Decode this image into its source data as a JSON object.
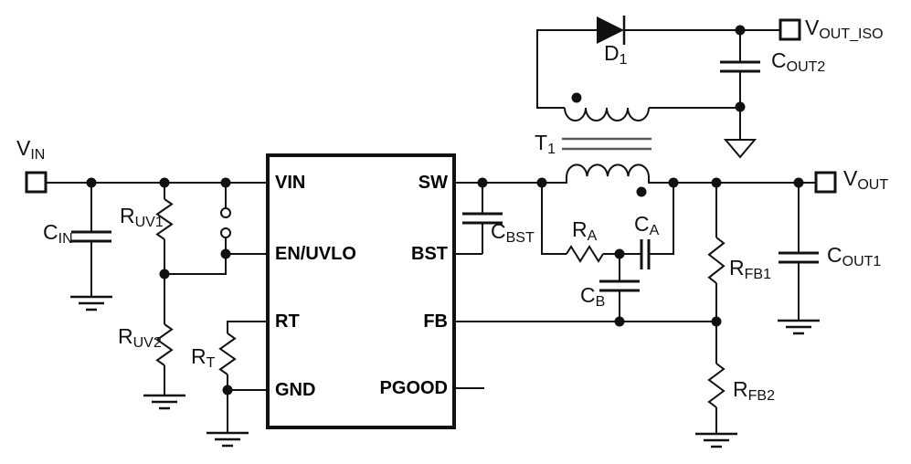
{
  "schematic": {
    "terminals": {
      "vin": {
        "main": "V",
        "sub": "IN"
      },
      "vout_iso": {
        "main": "V",
        "sub": "OUT_ISO"
      },
      "vout": {
        "main": "V",
        "sub": "OUT"
      }
    },
    "ic": {
      "pins": {
        "vin": "VIN",
        "en_uvlo": "EN/UVLO",
        "rt": "RT",
        "gnd": "GND",
        "sw": "SW",
        "bst": "BST",
        "fb": "FB",
        "pgood": "PGOOD"
      }
    },
    "components": {
      "cin": {
        "main": "C",
        "sub": "IN"
      },
      "ruv1": {
        "main": "R",
        "sub": "UV1"
      },
      "ruv2": {
        "main": "R",
        "sub": "UV2"
      },
      "rt": {
        "main": "R",
        "sub": "T"
      },
      "cbst": {
        "main": "C",
        "sub": "BST"
      },
      "t1": {
        "main": "T",
        "sub": "1"
      },
      "d1": {
        "main": "D",
        "sub": "1"
      },
      "ra": {
        "main": "R",
        "sub": "A"
      },
      "ca": {
        "main": "C",
        "sub": "A"
      },
      "cb": {
        "main": "C",
        "sub": "B"
      },
      "cout2": {
        "main": "C",
        "sub": "OUT2"
      },
      "cout1": {
        "main": "C",
        "sub": "OUT1"
      },
      "rfb1": {
        "main": "R",
        "sub": "FB1"
      },
      "rfb2": {
        "main": "R",
        "sub": "FB2"
      }
    },
    "colors": {
      "line": "#111111",
      "core": "#58585a",
      "background": "#ffffff"
    }
  }
}
